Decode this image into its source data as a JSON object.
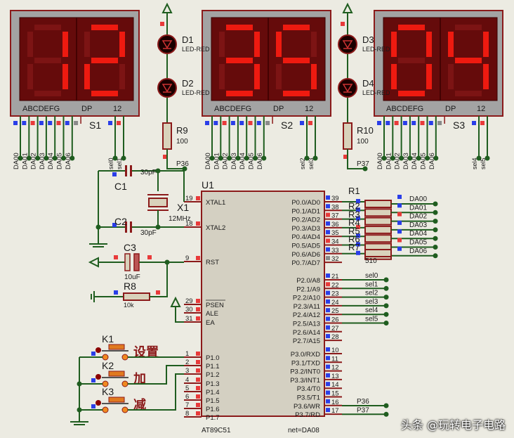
{
  "colors": {
    "wire": "#1f5d1f",
    "component_border": "#8b1a1a",
    "component_fill": "#d9d2bb",
    "segment_on": "#ee1a10",
    "segment_off": "#7c1414",
    "panel": "#650b0b",
    "display_body": "#a3a3a3",
    "pin_blue": "#2a3ee8",
    "pin_red": "#e83a3a",
    "pin_gray": "#8a8a8a",
    "chip_fill": "#d4d0c2"
  },
  "displays": [
    {
      "ref": "S1",
      "digits": "12",
      "pin_header": "ABCDEFG",
      "dp_label": "DP",
      "sel_header": "12",
      "nets": [
        "DA00",
        "DA01",
        "DA02",
        "DA03",
        "DA04",
        "DA05",
        "DA06"
      ],
      "sels": [
        "sel0",
        "sel1"
      ]
    },
    {
      "ref": "S2",
      "digits": "35",
      "pin_header": "ABCDEFG",
      "dp_label": "DP",
      "sel_header": "12",
      "nets": [
        "DA00",
        "DA01",
        "DA02",
        "DA03",
        "DA04",
        "DA05",
        "DA06"
      ],
      "sels": [
        "sel2",
        "sel3"
      ]
    },
    {
      "ref": "S3",
      "digits": "04",
      "pin_header": "ABCDEFG",
      "dp_label": "DP",
      "sel_header": "12",
      "nets": [
        "DA00",
        "DA01",
        "DA02",
        "DA03",
        "DA04",
        "DA05",
        "DA06"
      ],
      "sels": [
        "sel4",
        "sel5"
      ]
    }
  ],
  "led_columns": [
    {
      "leds": [
        {
          "ref": "D1",
          "type": "LED-RED"
        },
        {
          "ref": "D2",
          "type": "LED-RED"
        }
      ],
      "resistor": {
        "ref": "R9",
        "value": "100"
      },
      "net": "P36"
    },
    {
      "leds": [
        {
          "ref": "D3",
          "type": "LED-RED"
        },
        {
          "ref": "D4",
          "type": "LED-RED"
        }
      ],
      "resistor": {
        "ref": "R10",
        "value": "100"
      },
      "net": "P37"
    }
  ],
  "chip": {
    "ref": "U1",
    "part": "AT89C51",
    "net_note": "net=DA08",
    "left_pins": [
      {
        "num": "19",
        "name": "XTAL1"
      },
      {
        "num": "18",
        "name": "XTAL2"
      },
      {
        "num": "9",
        "name": "RST"
      },
      {
        "num": "29",
        "name": "PSEN"
      },
      {
        "num": "30",
        "name": "ALE"
      },
      {
        "num": "31",
        "name": "EA"
      },
      {
        "num": "1",
        "name": "P1.0"
      },
      {
        "num": "2",
        "name": "P1.1"
      },
      {
        "num": "3",
        "name": "P1.2"
      },
      {
        "num": "4",
        "name": "P1.3"
      },
      {
        "num": "5",
        "name": "P1.4"
      },
      {
        "num": "6",
        "name": "P1.5"
      },
      {
        "num": "7",
        "name": "P1.6"
      },
      {
        "num": "8",
        "name": "P1.7"
      }
    ],
    "p0_pins": [
      {
        "num": "39",
        "name": "P0.0/AD0"
      },
      {
        "num": "38",
        "name": "P0.1/AD1"
      },
      {
        "num": "37",
        "name": "P0.2/AD2"
      },
      {
        "num": "36",
        "name": "P0.3/AD3"
      },
      {
        "num": "35",
        "name": "P0.4/AD4"
      },
      {
        "num": "34",
        "name": "P0.5/AD5"
      },
      {
        "num": "33",
        "name": "P0.6/AD6"
      },
      {
        "num": "32",
        "name": "P0.7/AD7"
      }
    ],
    "p2_pins": [
      {
        "num": "21",
        "name": "P2.0/A8"
      },
      {
        "num": "22",
        "name": "P2.1/A9"
      },
      {
        "num": "23",
        "name": "P2.2/A10"
      },
      {
        "num": "24",
        "name": "P2.3/A11"
      },
      {
        "num": "25",
        "name": "P2.4/A12"
      },
      {
        "num": "26",
        "name": "P2.5/A13"
      },
      {
        "num": "27",
        "name": "P2.6/A14"
      },
      {
        "num": "28",
        "name": "P2.7/A15"
      }
    ],
    "p3_pins": [
      {
        "num": "10",
        "name": "P3.0/RXD"
      },
      {
        "num": "11",
        "name": "P3.1/TXD"
      },
      {
        "num": "12",
        "name": "P3.2/INT0"
      },
      {
        "num": "13",
        "name": "P3.3/INT1"
      },
      {
        "num": "14",
        "name": "P3.4/T0"
      },
      {
        "num": "15",
        "name": "P3.5/T1"
      },
      {
        "num": "16",
        "name": "P3.6/WR"
      },
      {
        "num": "17",
        "name": "P3.7/RD"
      }
    ]
  },
  "resistor_network": {
    "refs": [
      "R1",
      "R2",
      "R3",
      "R4",
      "R5",
      "R6",
      "R7"
    ],
    "value": "510",
    "nets": [
      "DA00",
      "DA01",
      "DA02",
      "DA03",
      "DA04",
      "DA05",
      "DA06"
    ]
  },
  "p2_nets": [
    "sel0",
    "sel1",
    "sel2",
    "sel3",
    "sel4",
    "sel5"
  ],
  "p3_nets": [
    {
      "pin": "16",
      "net": "P36"
    },
    {
      "pin": "17",
      "net": "P37"
    }
  ],
  "oscillator": {
    "c1": {
      "ref": "C1",
      "value": "30pF"
    },
    "c2": {
      "ref": "C2",
      "value": "30pF"
    },
    "crystal": {
      "ref": "X1",
      "value": "12MHz"
    }
  },
  "reset": {
    "cap": {
      "ref": "C3",
      "value": "10uF"
    },
    "res": {
      "ref": "R8",
      "value": "10k"
    }
  },
  "buttons": [
    {
      "ref": "K1",
      "label": "设置"
    },
    {
      "ref": "K2",
      "label": "加"
    },
    {
      "ref": "K3",
      "label": "减"
    }
  ],
  "watermark": "头条 @玩转电子电路"
}
